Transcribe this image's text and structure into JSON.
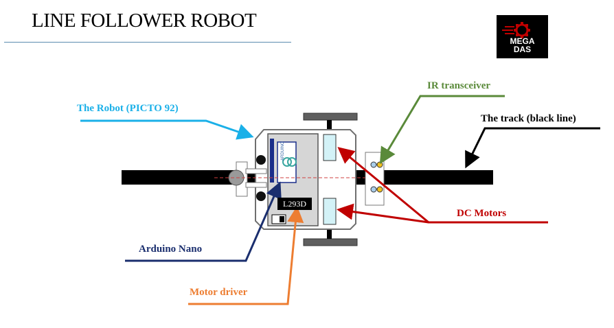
{
  "title": "LINE FOLLOWER ROBOT",
  "logo": {
    "line1": "MEGA",
    "line2": "DAS"
  },
  "labels": {
    "robot": "The Robot (PICTO 92)",
    "ir": "IR transceiver",
    "track": "The track (black line)",
    "dc_motors": "DC Motors",
    "arduino": "Arduino Nano",
    "motor_driver": "Motor driver"
  },
  "chip": "L293D",
  "board_brand": "ARDUINO",
  "colors": {
    "robot_label": "#1ab0e8",
    "ir_label": "#5a8a3a",
    "track_label": "#000000",
    "dc_label": "#c00000",
    "arduino_label": "#1a2e6e",
    "driver_label": "#ed7d31"
  }
}
